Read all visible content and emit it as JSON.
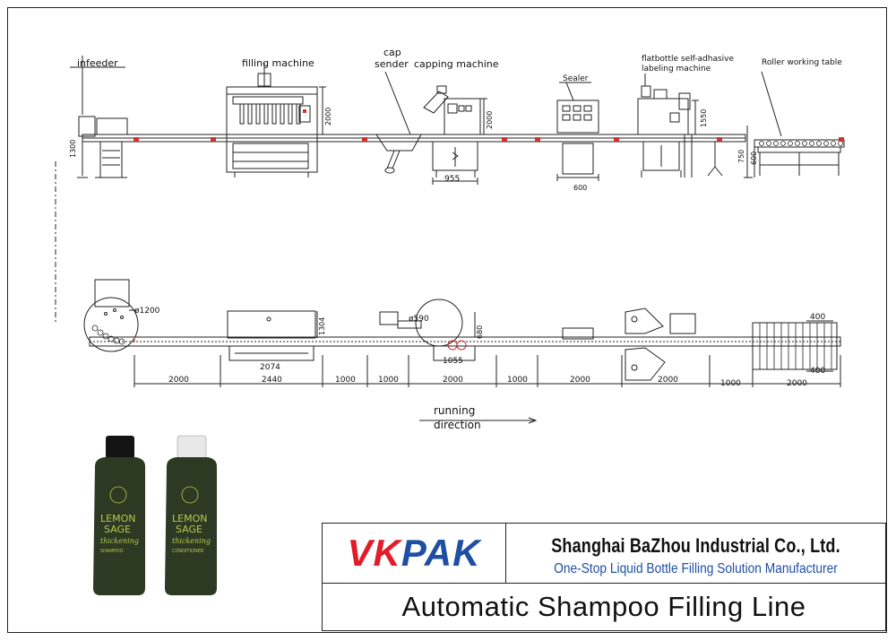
{
  "labels": {
    "infeeder": "infeeder",
    "filling_machine": "filling machine",
    "cap_sender_1": "cap",
    "cap_sender_2": "sender",
    "capping_machine": "capping machine",
    "sealer": "Sealer",
    "labeling_1": "flatbottle self-adhasive",
    "labeling_2": "labeling machine",
    "roller_table": "Roller working table"
  },
  "side_dims": {
    "infeeder_height": "1300",
    "filling_height": "2000",
    "capping_height": "2000",
    "capping_width": "955",
    "sealer_width": "600",
    "labeling_height": "1550",
    "roller_height_1": "750",
    "roller_height_2": "600"
  },
  "plan_dims": {
    "turntable_diameter": "ø1200",
    "filling_length": "2074",
    "filling_depth": "1304",
    "capper_diameter": "ø590",
    "capper_depth": "680",
    "capper_width": "1055",
    "roller_width_top": "400",
    "roller_width_bottom": "400",
    "segments": [
      "2000",
      "2440",
      "1000",
      "1000",
      "2000",
      "1000",
      "2000",
      "2000",
      "1000",
      "2000"
    ]
  },
  "direction": {
    "line1": "running",
    "line2": "direction"
  },
  "bottles": [
    {
      "brand_line1": "LEMON",
      "brand_line2": "SAGE",
      "script": "thickening",
      "type": "SHAMPOO"
    },
    {
      "brand_line1": "LEMON",
      "brand_line2": "SAGE",
      "script": "thickening",
      "type": "CONDITIONER"
    }
  ],
  "logo": {
    "text_part1": "VK",
    "text_part2": "PAK"
  },
  "company": {
    "name": "Shanghai BaZhou Industrial Co., Ltd.",
    "slogan": "One-Stop Liquid Bottle Filling Solution Manufacturer"
  },
  "title": "Automatic Shampoo Filling Line",
  "colors": {
    "logo_red": "#e11d2a",
    "logo_blue": "#1f4fa3",
    "bottle_green": "#2c3a24",
    "label_lime": "#b5c94a"
  }
}
